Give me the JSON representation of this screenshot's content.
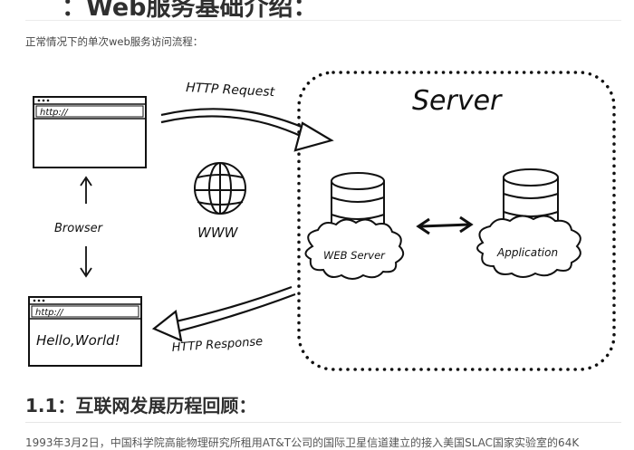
{
  "doc": {
    "top_heading": "：Web服务基础介绍：",
    "intro": "正常情况下的单次web服务访问流程：",
    "section_heading": "1.1：互联网发展历程回顾：",
    "cut_paragraph": "1993年3月2日，中国科学院高能物理研究所租用AT&T公司的国际卫星信道建立的接入美国SLAC国家实验室的64K"
  },
  "diagram": {
    "server_title": "Server",
    "http_request": "HTTP Request",
    "http_response": "HTTP Response",
    "browser_label": "Browser",
    "www_label": "WWW",
    "url_top": "http://",
    "url_bottom": "http://",
    "hello_text": "Hello,World!",
    "web_server_label": "WEB Server",
    "application_label": "Application"
  }
}
